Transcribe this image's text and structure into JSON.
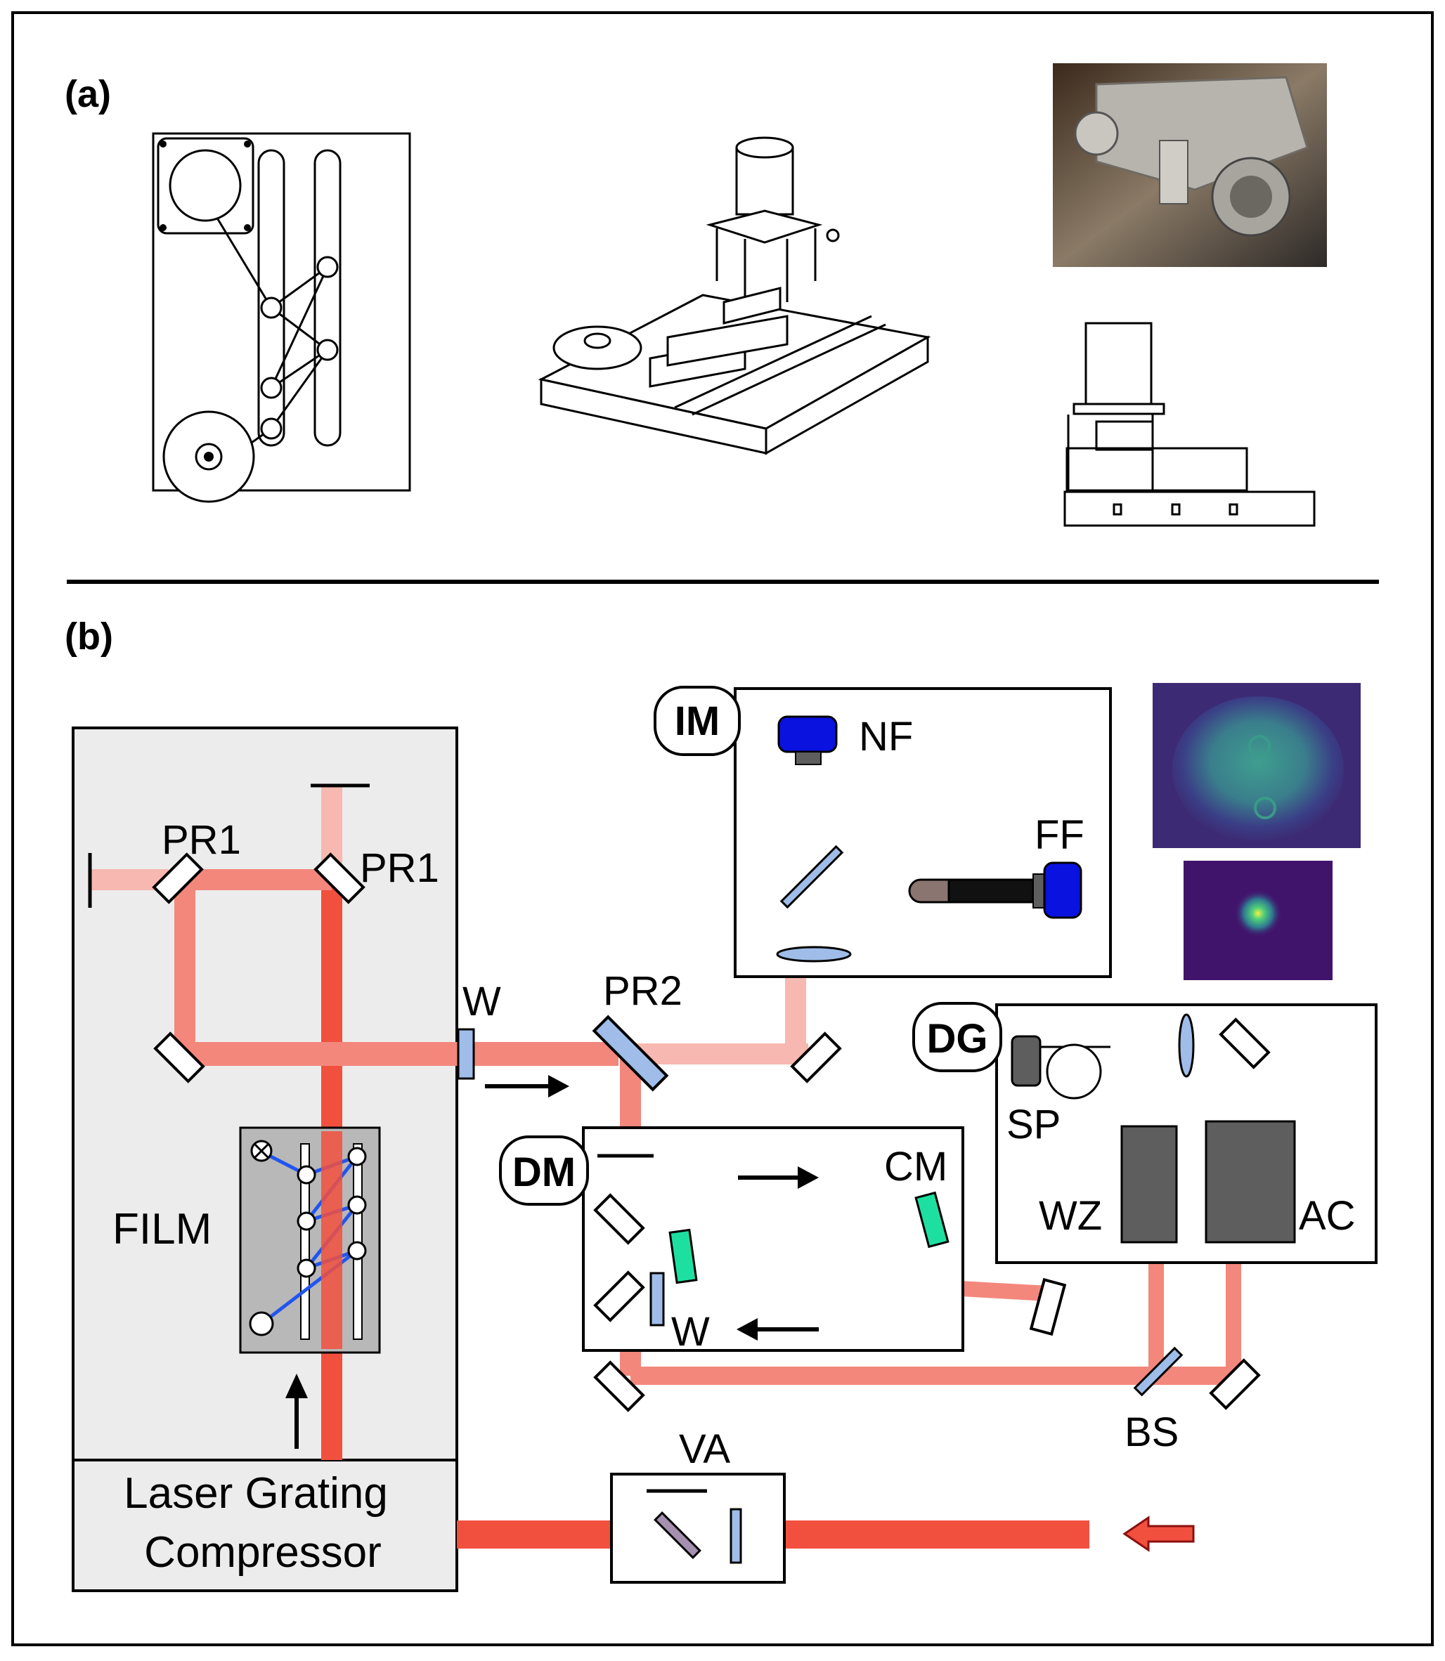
{
  "panels": {
    "a": {
      "label": "(a)"
    },
    "b": {
      "label": "(b)"
    }
  },
  "labels": {
    "pr1_left": "PR1",
    "pr1_right": "PR1",
    "w_top": "W",
    "pr2": "PR2",
    "im": "IM",
    "nf": "NF",
    "ff": "FF",
    "dg": "DG",
    "sp": "SP",
    "wz": "WZ",
    "ac": "AC",
    "dm": "DM",
    "cm": "CM",
    "w_bottom": "W",
    "film": "FILM",
    "bs": "BS",
    "va": "VA",
    "compressor_line1": "Laser Grating",
    "compressor_line2": "Compressor"
  },
  "colors": {
    "beam_strong": "#f2503e",
    "beam_mid": "#f3877c",
    "beam_weak": "#f6b8b0",
    "camera_blue": "#0a12e0",
    "chirped_mirror": "#1de0a0",
    "window": "#9fbde8",
    "dark_gray": "#5e5e5e",
    "panel_gray": "#ececec",
    "film_gray": "#b8b8b8"
  }
}
